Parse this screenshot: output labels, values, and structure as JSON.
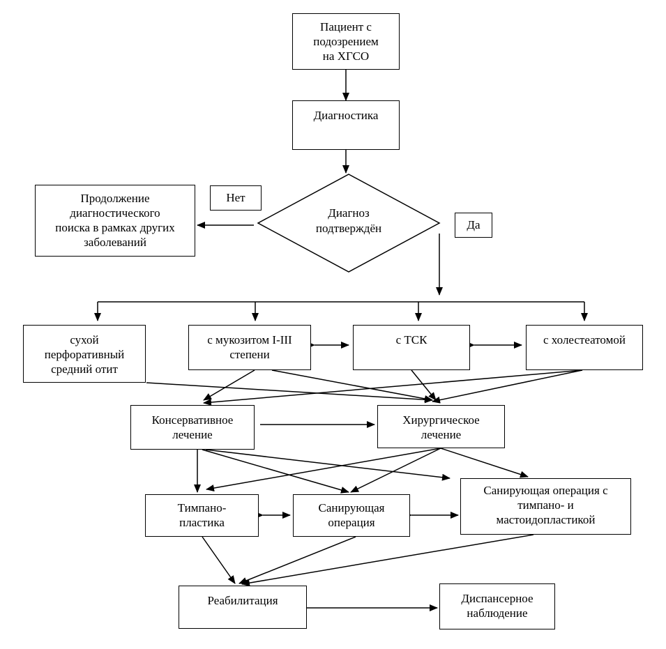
{
  "nodes": {
    "patient": "Пациент с\nподозрением\nна ХГСО",
    "diagnostics": "Диагностика",
    "decision": "Диагноз\nподтверждён",
    "no_label": "Нет",
    "yes_label": "Да",
    "continue_search": "Продолжение\nдиагностического\nпоиска в рамках других\nзаболеваний",
    "dry": "сухой\nперфоративный\nсредний отит",
    "mucositis": "с мукозитом I-III\nстепени",
    "tsk": "с ТСК",
    "cholesteatoma": "с холестеатомой",
    "conservative": "Консервативное\nлечение",
    "surgical": "Хирургическое\nлечение",
    "tympanoplasty": "Тимпано-\nпластика",
    "sanitizing": "Санирующая\nоперация",
    "sanitizing_plasty": "Санирующая операция с\nтимпано- и\nмастоидопластикой",
    "rehabilitation": "Реабилитация",
    "dispensary": "Диспансерное\nнаблюдение"
  },
  "colors": {
    "stroke": "#000000",
    "background": "#ffffff"
  }
}
